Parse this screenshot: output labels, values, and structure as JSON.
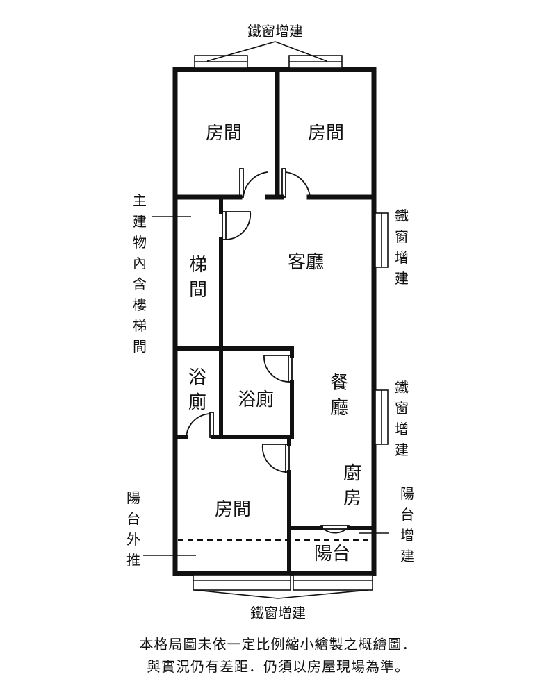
{
  "rooms": {
    "bedroom_top_left": "房間",
    "bedroom_top_right": "房間",
    "stair_hall": "梯間",
    "living_room": "客廳",
    "bath_left": "浴廁",
    "bath_right": "浴廁",
    "dining_room": "餐廳",
    "kitchen": "廚房",
    "bedroom_bottom": "房間",
    "balcony": "陽台"
  },
  "annotations": {
    "window_top": "鐵窗增建",
    "window_right_upper": "鐵窗增建",
    "window_right_lower": "鐵窗增建",
    "window_bottom": "鐵窗增建",
    "stairs_note": "主建物內含樓梯間",
    "balcony_pushout": "陽台外推",
    "balcony_addition": "陽台增建"
  },
  "disclaimer": {
    "line1": "本格局圖未依一定比例縮小繪製之概繪圖．",
    "line2": "與實況仍有差距．仍須以房屋現場為準。"
  },
  "colors": {
    "wall": "#111111",
    "line": "#111111",
    "background": "#ffffff"
  }
}
